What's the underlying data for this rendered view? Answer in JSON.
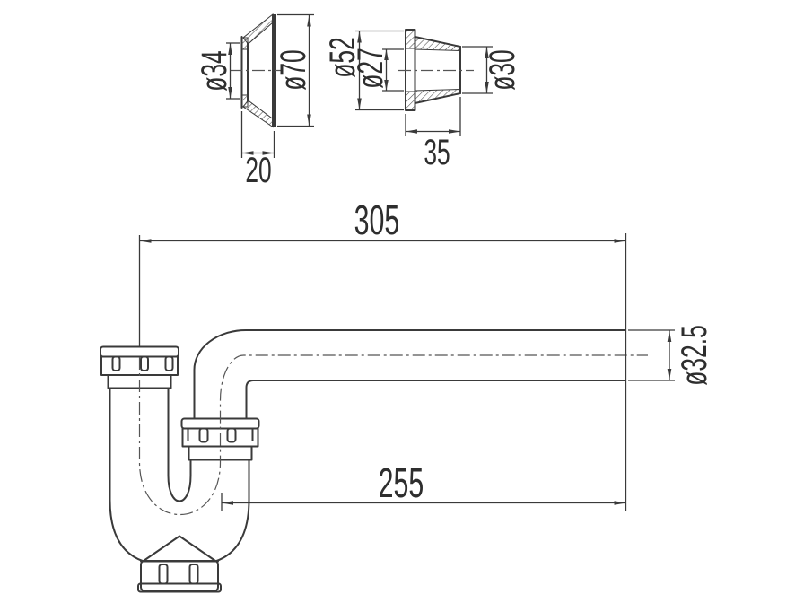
{
  "drawing": {
    "background": "#ffffff",
    "line_color": "#3a3a3a",
    "flange": {
      "part": "flange-escutcheon",
      "hole_diameter": "ø34",
      "outer_diameter": "ø70",
      "depth": "20"
    },
    "cone": {
      "part": "compression-cone-seal",
      "flange_diameter": "ø52",
      "bore_diameter": "ø27",
      "tip_diameter": "ø30",
      "length": "35"
    },
    "trap": {
      "part": "p-trap-body",
      "total_length": "305",
      "outlet_length": "255",
      "pipe_diameter": "ø32.5"
    }
  }
}
